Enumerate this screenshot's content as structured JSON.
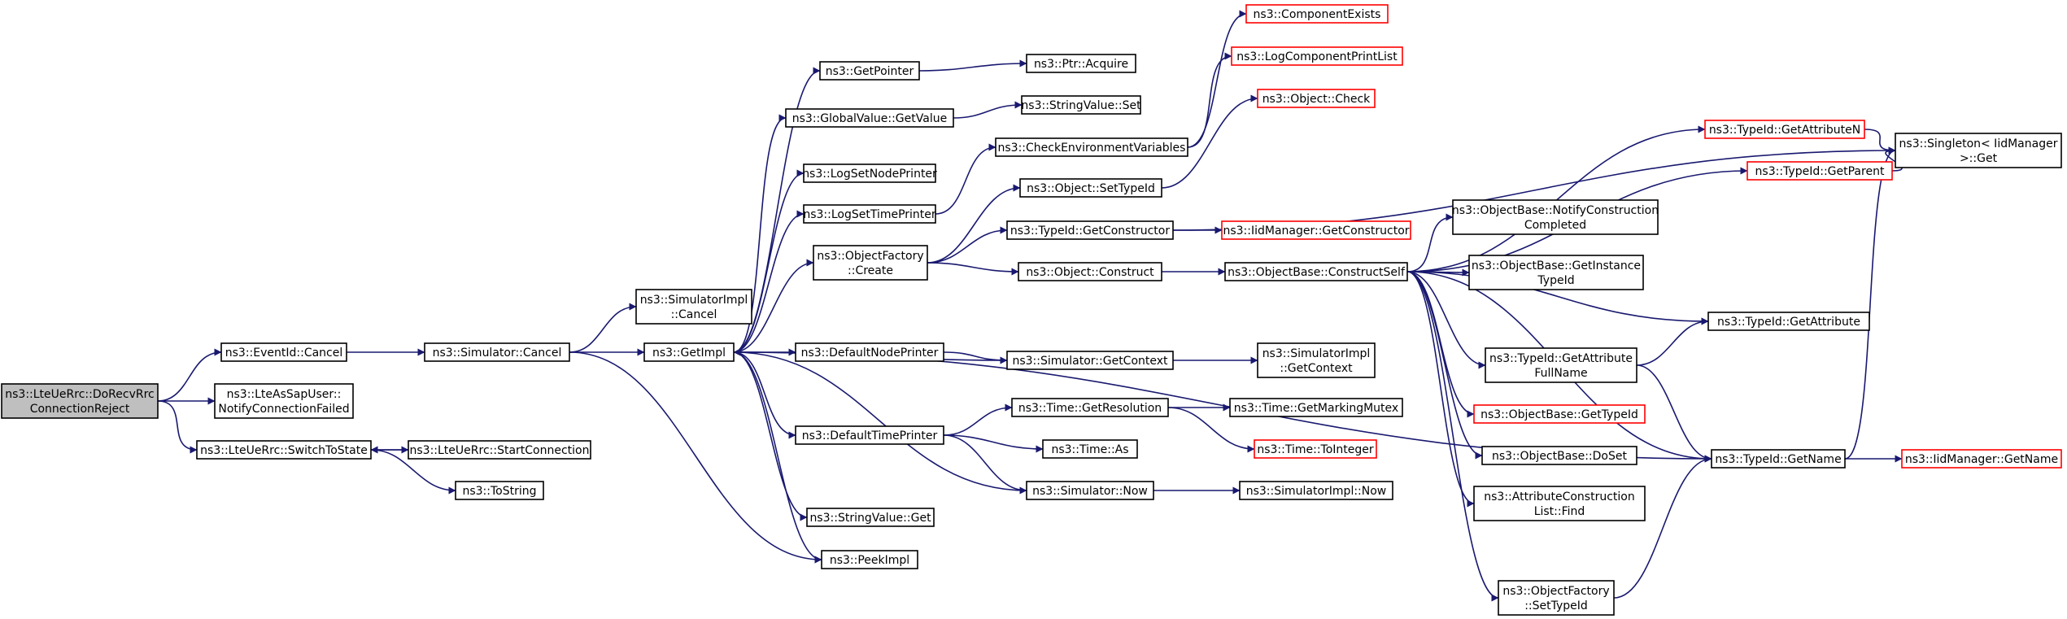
{
  "colors": {
    "edge": "#191970",
    "root_fill": "#bfbfbf",
    "border": "#000000",
    "truncated_border": "#ff0000"
  },
  "nodes": [
    {
      "id": "root",
      "label": [
        "ns3::LteUeRrc::DoRecvRrc",
        "ConnectionReject"
      ],
      "style": "root"
    },
    {
      "id": "eventid_cancel",
      "label": [
        "ns3::EventId::Cancel"
      ]
    },
    {
      "id": "ltesapuser",
      "label": [
        "ns3::LteAsSapUser::",
        "NotifyConnectionFailed"
      ]
    },
    {
      "id": "switchtostate",
      "label": [
        "ns3::LteUeRrc::SwitchToState"
      ]
    },
    {
      "id": "sim_cancel",
      "label": [
        "ns3::Simulator::Cancel"
      ]
    },
    {
      "id": "startconnection",
      "label": [
        "ns3::LteUeRrc::StartConnection"
      ]
    },
    {
      "id": "tostring",
      "label": [
        "ns3::ToString"
      ]
    },
    {
      "id": "simimpl_cancel",
      "label": [
        "ns3::SimulatorImpl",
        "::Cancel"
      ]
    },
    {
      "id": "getimpl",
      "label": [
        "ns3::GetImpl"
      ]
    },
    {
      "id": "peekimpl",
      "label": [
        "ns3::PeekImpl"
      ]
    },
    {
      "id": "getpointer",
      "label": [
        "ns3::GetPointer"
      ]
    },
    {
      "id": "gv_getvalue",
      "label": [
        "ns3::GlobalValue::GetValue"
      ]
    },
    {
      "id": "logsetnodeprinter",
      "label": [
        "ns3::LogSetNodePrinter"
      ]
    },
    {
      "id": "logsettimeprinter",
      "label": [
        "ns3::LogSetTimePrinter"
      ]
    },
    {
      "id": "objfactory_create",
      "label": [
        "ns3::ObjectFactory",
        "::Create"
      ]
    },
    {
      "id": "defaultnodeprinter",
      "label": [
        "ns3::DefaultNodePrinter"
      ]
    },
    {
      "id": "defaulttimeprinter",
      "label": [
        "ns3::DefaultTimePrinter"
      ]
    },
    {
      "id": "stringvalue_get",
      "label": [
        "ns3::StringValue::Get"
      ]
    },
    {
      "id": "ptr_acquire",
      "label": [
        "ns3::Ptr::Acquire"
      ]
    },
    {
      "id": "stringvalue_set",
      "label": [
        "ns3::StringValue::Set"
      ]
    },
    {
      "id": "checkenv",
      "label": [
        "ns3::CheckEnvironmentVariables"
      ]
    },
    {
      "id": "obj_settypeid",
      "label": [
        "ns3::Object::SetTypeId"
      ]
    },
    {
      "id": "typeid_getconstructor",
      "label": [
        "ns3::TypeId::GetConstructor"
      ]
    },
    {
      "id": "obj_construct",
      "label": [
        "ns3::Object::Construct"
      ]
    },
    {
      "id": "sim_getcontext",
      "label": [
        "ns3::Simulator::GetContext"
      ]
    },
    {
      "id": "time_getresolution",
      "label": [
        "ns3::Time::GetResolution"
      ]
    },
    {
      "id": "time_as",
      "label": [
        "ns3::Time::As"
      ]
    },
    {
      "id": "sim_now",
      "label": [
        "ns3::Simulator::Now"
      ]
    },
    {
      "id": "componentexists",
      "label": [
        "ns3::ComponentExists"
      ],
      "style": "red"
    },
    {
      "id": "logcomponentprintlist",
      "label": [
        "ns3::LogComponentPrintList"
      ],
      "style": "red"
    },
    {
      "id": "object_check",
      "label": [
        "ns3::Object::Check"
      ],
      "style": "red"
    },
    {
      "id": "iidmanager_getconstructor",
      "label": [
        "ns3::IidManager::GetConstructor"
      ],
      "style": "red"
    },
    {
      "id": "objbase_constructself",
      "label": [
        "ns3::ObjectBase::ConstructSelf"
      ]
    },
    {
      "id": "simimpl_getcontext",
      "label": [
        "ns3::SimulatorImpl",
        "::GetContext"
      ]
    },
    {
      "id": "time_getmarkingmutex",
      "label": [
        "ns3::Time::GetMarkingMutex"
      ]
    },
    {
      "id": "time_tointeger",
      "label": [
        "ns3::Time::ToInteger"
      ],
      "style": "red"
    },
    {
      "id": "simimpl_now",
      "label": [
        "ns3::SimulatorImpl::Now"
      ]
    },
    {
      "id": "typeid_getattributen",
      "label": [
        "ns3::TypeId::GetAttributeN"
      ],
      "style": "red"
    },
    {
      "id": "typeid_getparent",
      "label": [
        "ns3::TypeId::GetParent"
      ],
      "style": "red"
    },
    {
      "id": "objbase_notify",
      "label": [
        "ns3::ObjectBase::NotifyConstruction",
        "Completed"
      ]
    },
    {
      "id": "objbase_getinstancetypeid",
      "label": [
        "ns3::ObjectBase::GetInstance",
        "TypeId"
      ]
    },
    {
      "id": "typeid_getattribute",
      "label": [
        "ns3::TypeId::GetAttribute"
      ]
    },
    {
      "id": "typeid_getattributefullname",
      "label": [
        "ns3::TypeId::GetAttribute",
        "FullName"
      ]
    },
    {
      "id": "objbase_gettypeid",
      "label": [
        "ns3::ObjectBase::GetTypeId"
      ],
      "style": "red"
    },
    {
      "id": "objbase_doset",
      "label": [
        "ns3::ObjectBase::DoSet"
      ]
    },
    {
      "id": "attrconstructionlist_find",
      "label": [
        "ns3::AttributeConstruction",
        "List::Find"
      ]
    },
    {
      "id": "objfactory_settypeid",
      "label": [
        "ns3::ObjectFactory",
        "::SetTypeId"
      ]
    },
    {
      "id": "typeid_getname",
      "label": [
        "ns3::TypeId::GetName"
      ]
    },
    {
      "id": "singleton_get",
      "label": [
        "ns3::Singleton< IidManager",
        " >::Get"
      ]
    },
    {
      "id": "iidmanager_getname",
      "label": [
        "ns3::IidManager::GetName"
      ],
      "style": "red"
    }
  ],
  "edges": [
    [
      "root",
      "eventid_cancel"
    ],
    [
      "root",
      "ltesapuser"
    ],
    [
      "root",
      "switchtostate"
    ],
    [
      "eventid_cancel",
      "sim_cancel"
    ],
    [
      "switchtostate",
      "startconnection"
    ],
    [
      "switchtostate",
      "tostring"
    ],
    [
      "startconnection",
      "switchtostate"
    ],
    [
      "sim_cancel",
      "simimpl_cancel"
    ],
    [
      "sim_cancel",
      "getimpl"
    ],
    [
      "sim_cancel",
      "peekimpl"
    ],
    [
      "getimpl",
      "getpointer"
    ],
    [
      "getimpl",
      "gv_getvalue"
    ],
    [
      "getimpl",
      "logsetnodeprinter"
    ],
    [
      "getimpl",
      "logsettimeprinter"
    ],
    [
      "getimpl",
      "objfactory_create"
    ],
    [
      "getimpl",
      "defaultnodeprinter"
    ],
    [
      "getimpl",
      "defaulttimeprinter"
    ],
    [
      "getimpl",
      "stringvalue_get"
    ],
    [
      "getimpl",
      "peekimpl"
    ],
    [
      "getimpl",
      "typeid_getname"
    ],
    [
      "getpointer",
      "ptr_acquire"
    ],
    [
      "gv_getvalue",
      "stringvalue_set"
    ],
    [
      "logsettimeprinter",
      "checkenv"
    ],
    [
      "objfactory_create",
      "obj_settypeid"
    ],
    [
      "objfactory_create",
      "typeid_getconstructor"
    ],
    [
      "objfactory_create",
      "obj_construct"
    ],
    [
      "defaultnodeprinter",
      "sim_getcontext"
    ],
    [
      "sim_getcontext",
      "getimpl"
    ],
    [
      "sim_getcontext",
      "simimpl_getcontext"
    ],
    [
      "defaulttimeprinter",
      "time_getresolution"
    ],
    [
      "defaulttimeprinter",
      "time_as"
    ],
    [
      "defaulttimeprinter",
      "sim_now"
    ],
    [
      "sim_now",
      "getimpl"
    ],
    [
      "sim_now",
      "simimpl_now"
    ],
    [
      "checkenv",
      "componentexists"
    ],
    [
      "checkenv",
      "logcomponentprintlist"
    ],
    [
      "obj_settypeid",
      "object_check"
    ],
    [
      "typeid_getconstructor",
      "iidmanager_getconstructor"
    ],
    [
      "typeid_getconstructor",
      "singleton_get"
    ],
    [
      "obj_construct",
      "objbase_constructself"
    ],
    [
      "time_getresolution",
      "time_getmarkingmutex"
    ],
    [
      "time_getresolution",
      "time_tointeger"
    ],
    [
      "objbase_constructself",
      "typeid_getattributen"
    ],
    [
      "objbase_constructself",
      "typeid_getparent"
    ],
    [
      "objbase_constructself",
      "objbase_notify"
    ],
    [
      "objbase_constructself",
      "objbase_getinstancetypeid"
    ],
    [
      "objbase_constructself",
      "typeid_getattribute"
    ],
    [
      "objbase_constructself",
      "typeid_getattributefullname"
    ],
    [
      "objbase_constructself",
      "objbase_gettypeid"
    ],
    [
      "objbase_constructself",
      "objbase_doset"
    ],
    [
      "objbase_constructself",
      "attrconstructionlist_find"
    ],
    [
      "objbase_constructself",
      "objfactory_settypeid"
    ],
    [
      "objbase_constructself",
      "typeid_getname"
    ],
    [
      "typeid_getattributen",
      "singleton_get"
    ],
    [
      "typeid_getparent",
      "singleton_get"
    ],
    [
      "typeid_getattributefullname",
      "typeid_getattribute"
    ],
    [
      "typeid_getattributefullname",
      "typeid_getname"
    ],
    [
      "objfactory_settypeid",
      "typeid_getname"
    ],
    [
      "typeid_getname",
      "singleton_get"
    ],
    [
      "typeid_getname",
      "iidmanager_getname"
    ]
  ]
}
